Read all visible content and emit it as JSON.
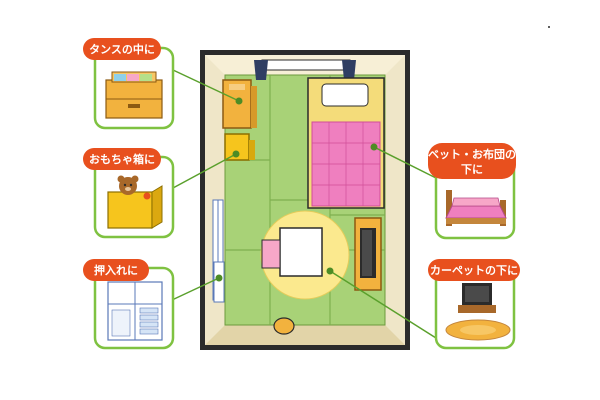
{
  "labels": {
    "tansu": "タンスの中に",
    "toybox": "おもちゃ箱に",
    "oshiire": "押入れに",
    "bed": [
      "ベット・お布団の",
      "下に"
    ],
    "carpet": "カーペットの下に"
  },
  "colors": {
    "label_bg": "#e8501e",
    "callout_border": "#7fc241",
    "wall": "#efe6c8",
    "tatami": "#a8d277",
    "tatami_line": "#7fb04f",
    "bed_frame": "#f4dc7a",
    "bedspread": "#ef7fbf",
    "rug": "#fbe98e"
  },
  "icons": {
    "tansu": "dresser-drawer-icon",
    "toybox": "toy-box-icon",
    "oshiire": "closet-icon",
    "bed": "bed-icon",
    "carpet": "carpet-tv-icon"
  }
}
